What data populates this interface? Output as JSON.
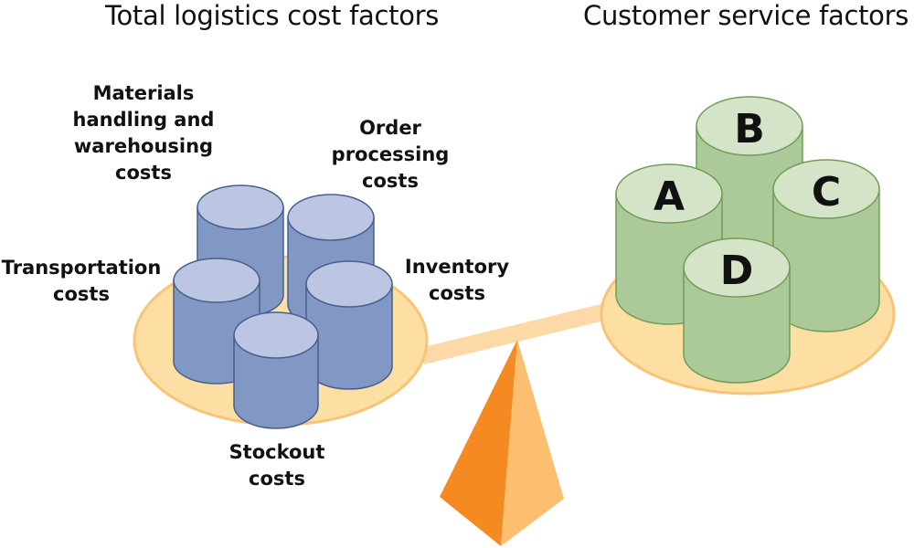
{
  "titles": {
    "left": "Total logistics cost factors",
    "right": "Customer service factors"
  },
  "cost_labels": {
    "materials": [
      "Materials",
      "handling and",
      "warehousing",
      "costs"
    ],
    "order": [
      "Order",
      "processing",
      "costs"
    ],
    "transportation": [
      "Transportation",
      "costs"
    ],
    "inventory": [
      "Inventory",
      "costs"
    ],
    "stockout": [
      "Stockout",
      "costs"
    ]
  },
  "service_letters": {
    "a": "A",
    "b": "B",
    "c": "C",
    "d": "D"
  },
  "colors": {
    "plate_fill": "#fddfa4",
    "plate_stroke": "#f8c478",
    "beam": "#fcd9a6",
    "cost_body": "#8098c3",
    "cost_top": "#bcc6e2",
    "cost_stroke": "#45608f",
    "service_body": "#acc999",
    "service_top": "#d5e3c9",
    "service_stroke": "#6e9e55",
    "pyramid_dark": "#f58a22",
    "pyramid_light": "#fcbf6f"
  }
}
